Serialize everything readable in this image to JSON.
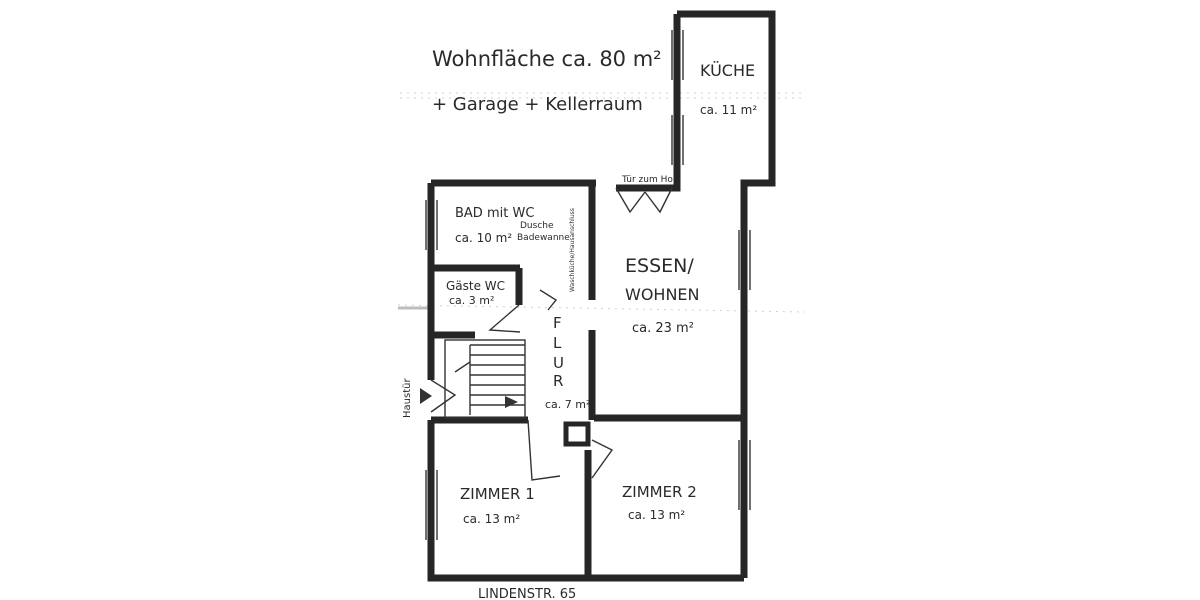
{
  "header": {
    "living_area": "Wohnfläche ca. 80 m²",
    "extras": "+ Garage  + Kellerraum"
  },
  "rooms": {
    "kitchen": {
      "name": "KÜCHE",
      "area": "ca. 11 m²"
    },
    "bath": {
      "name": "BAD mit WC",
      "area": "ca. 10 m²",
      "note_top": "Dusche",
      "note_bottom": "Badewanne"
    },
    "guest_wc": {
      "name": "Gäste WC",
      "area": "ca. 3 m²"
    },
    "living": {
      "name_line1": "ESSEN/",
      "name_line2": "WOHNEN",
      "area": "ca. 23 m²"
    },
    "hall": {
      "letters": [
        "F",
        "L",
        "U",
        "R"
      ],
      "area": "ca. 7 m²"
    },
    "room1": {
      "name": "ZIMMER 1",
      "area": "ca. 13 m²"
    },
    "room2": {
      "name": "ZIMMER 2",
      "area": "ca. 13 m²"
    }
  },
  "labels": {
    "garden_door": "Tür zum Ho",
    "front_door": "Haustür",
    "bath_wall_note": "Waschküche/Hausanschluss",
    "street": "LINDENSTR. 65"
  }
}
